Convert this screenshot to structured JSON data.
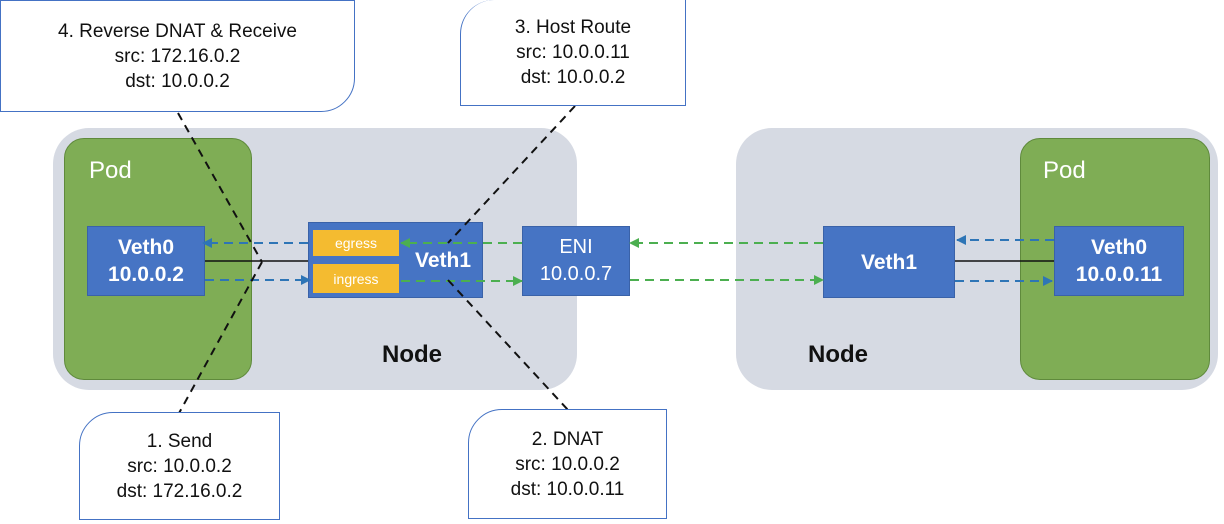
{
  "left_node": {
    "label": "Node",
    "pod": {
      "label": "Pod",
      "veth0": {
        "name": "Veth0",
        "ip": "10.0.0.2"
      }
    },
    "veth1": {
      "name": "Veth1",
      "egress_label": "egress",
      "ingress_label": "ingress"
    },
    "eni": {
      "name": "ENI",
      "ip": "10.0.0.7"
    }
  },
  "right_node": {
    "label": "Node",
    "veth1": {
      "name": "Veth1"
    },
    "pod": {
      "label": "Pod",
      "veth0": {
        "name": "Veth0",
        "ip": "10.0.0.11"
      }
    }
  },
  "callouts": {
    "step1": {
      "title": "1. Send",
      "src": "src: 10.0.0.2",
      "dst": "dst: 172.16.0.2"
    },
    "step2": {
      "title": "2. DNAT",
      "src": "src: 10.0.0.2",
      "dst": "dst: 10.0.0.11"
    },
    "step3": {
      "title": "3. Host Route",
      "src": "src: 10.0.0.11",
      "dst": "dst: 10.0.0.2"
    },
    "step4": {
      "title": "4. Reverse DNAT & Receive",
      "src": "src: 172.16.0.2",
      "dst": "dst: 10.0.0.2"
    }
  },
  "colors": {
    "node_bg": "#d6dae3",
    "pod_bg": "#7fad55",
    "box_blue": "#4674c4",
    "tag_orange": "#f4bb30",
    "arrow_blue": "#2e75b6",
    "arrow_green": "#4caf50",
    "callout_border": "#4472c4"
  }
}
